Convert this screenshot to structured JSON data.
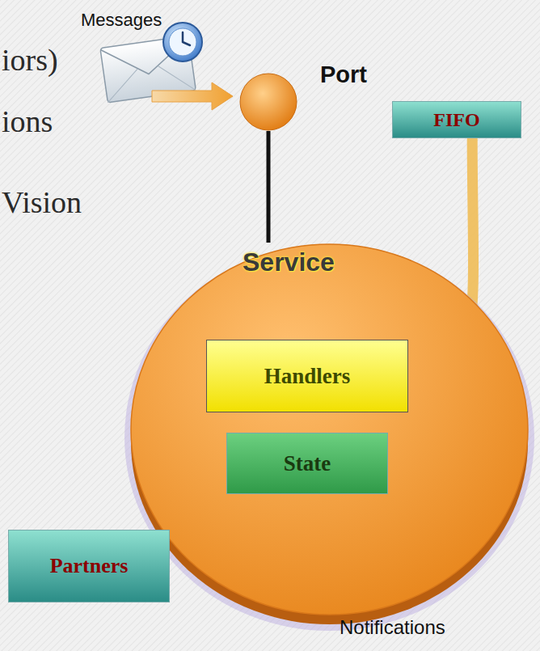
{
  "diagram": {
    "nodes": [
      {
        "text": [
          "Port"
        ]
      },
      {
        "text": [
          "FIFO"
        ]
      },
      {
        "text": [
          "Service"
        ]
      },
      {
        "text": [
          "Handlers"
        ],
        "in": 2
      },
      {
        "text": [
          "State"
        ],
        "in": 2
      },
      {
        "text": [
          "Partners"
        ]
      }
    ],
    "edges": [
      {
        "from": 0,
        "to": 2,
        "arrow": "none"
      },
      {
        "from": 1,
        "to": 3,
        "arrow": "to"
      },
      {
        "from": 4,
        "to": 5,
        "label": "Notifications",
        "arrow": "to"
      }
    ],
    "labels": [
      "Messages",
      "iors)",
      "ions",
      "Vision"
    ]
  }
}
